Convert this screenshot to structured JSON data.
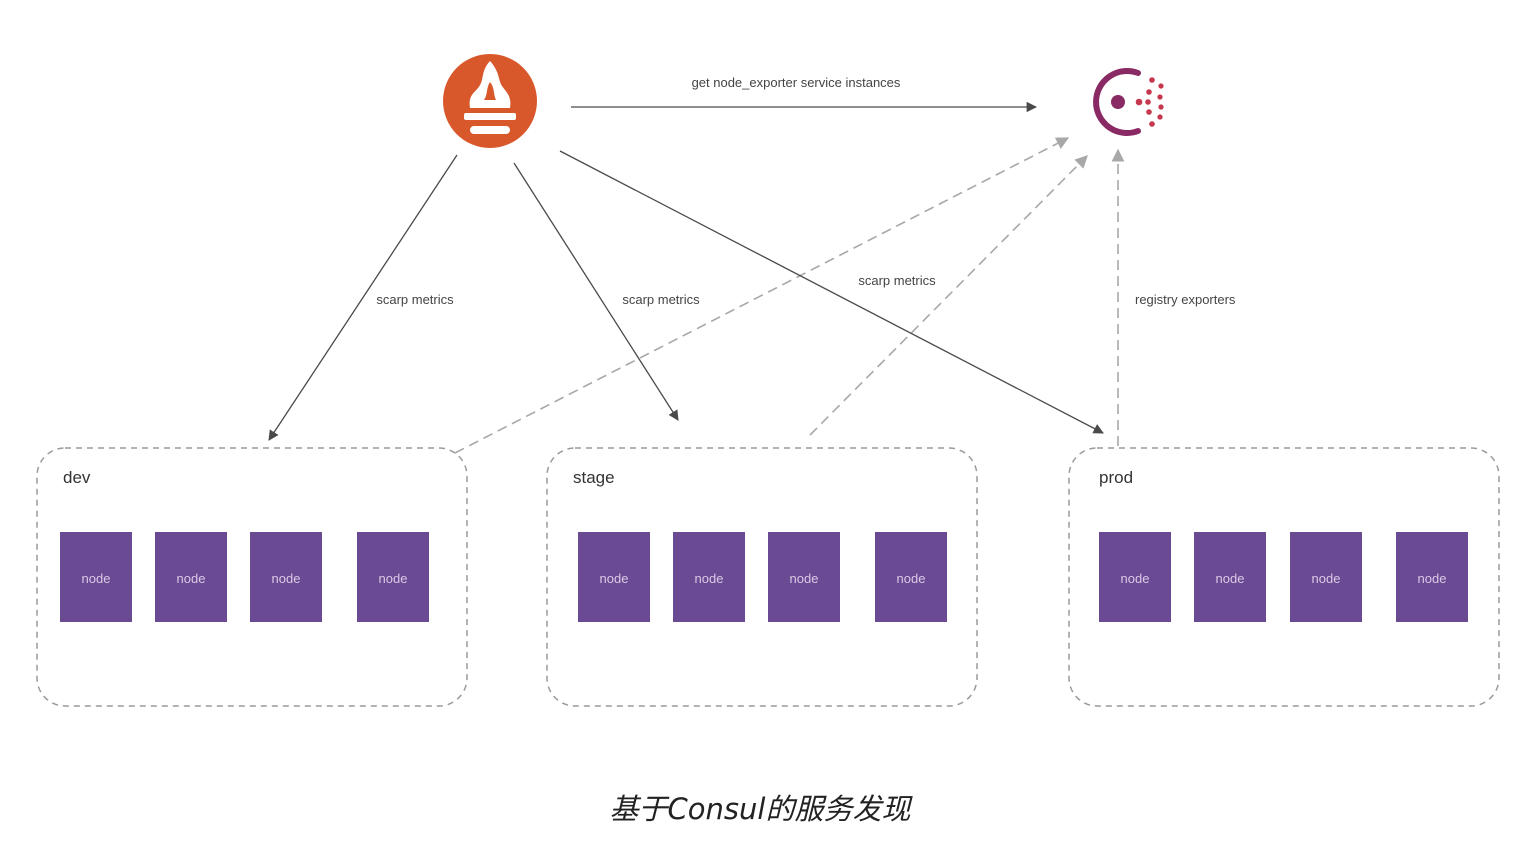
{
  "diagram": {
    "edges": {
      "get_instances": "get node_exporter service instances",
      "scrape_dev": "scarp metrics",
      "scrape_stage": "scarp metrics",
      "scrape_prod": "scarp metrics",
      "registry": "registry exporters"
    },
    "environments": [
      {
        "label": "dev",
        "nodes": [
          "node",
          "node",
          "node",
          "node"
        ]
      },
      {
        "label": "stage",
        "nodes": [
          "node",
          "node",
          "node",
          "node"
        ]
      },
      {
        "label": "prod",
        "nodes": [
          "node",
          "node",
          "node",
          "node"
        ]
      }
    ]
  },
  "caption": "基于Consul的服务发现",
  "colors": {
    "prometheus": "#d9582b",
    "consul": "#8a2a64",
    "consul_dots": "#c6364c",
    "node": "#6b4a94",
    "node_text": "#d9c9e6",
    "solid_line": "#4a4a4a",
    "dashed_line": "#a8a8a8",
    "env_border": "#9a9a9a"
  }
}
